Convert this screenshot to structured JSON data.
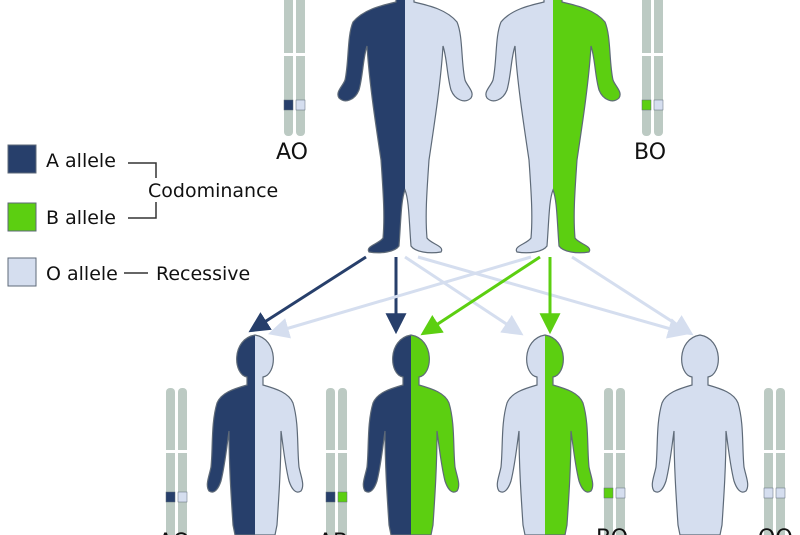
{
  "colors": {
    "a_allele": "#273f6b",
    "b_allele": "#5ccf11",
    "o_allele": "#d5deef",
    "chromosome": "#bccac3",
    "outline": "#5e6a78",
    "text": "#111111"
  },
  "legend": {
    "items": [
      {
        "label": "A allele",
        "color_key": "a_allele"
      },
      {
        "label": "B allele",
        "color_key": "b_allele"
      },
      {
        "label": "O allele",
        "color_key": "o_allele"
      }
    ],
    "codominance_label": "Codominance",
    "recessive_label": "Recessive"
  },
  "parents": [
    {
      "genotype": "AO",
      "left_allele": "a_allele",
      "right_allele": "o_allele"
    },
    {
      "genotype": "BO",
      "left_allele": "o_allele",
      "right_allele": "b_allele"
    }
  ],
  "children": [
    {
      "genotype": "AO",
      "left_allele": "a_allele",
      "right_allele": "o_allele"
    },
    {
      "genotype": "AB",
      "left_allele": "a_allele",
      "right_allele": "b_allele"
    },
    {
      "genotype": "BO",
      "left_allele": "o_allele",
      "right_allele": "b_allele"
    },
    {
      "genotype": "OO",
      "left_allele": "o_allele",
      "right_allele": "o_allele"
    }
  ]
}
